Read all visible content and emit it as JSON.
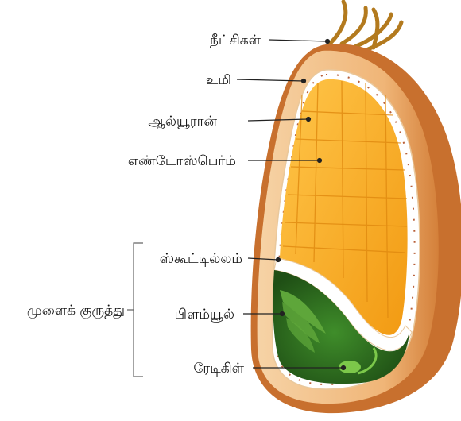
{
  "labels": {
    "hairs": "நீட்சிகள்",
    "husk": "உமி",
    "aleurone": "ஆல்யூரான்",
    "endosperm": "எண்டோஸ்பெர்ம்",
    "scutellum": "ஸ்கூட்டில்லம்",
    "plumule": "பிளம்யூல்",
    "radicle": "ரேடிகிள்",
    "embryo": "முளைக் குருத்து"
  },
  "colors": {
    "husk_outer": "#c8702e",
    "husk_inner": "#f4c89a",
    "aleurone": "#ffffff",
    "endosperm": "#f7a51c",
    "embryo": "#2d6a1f",
    "embryo_light": "#5ea63a",
    "hair": "#b37a1e",
    "leader": "#222222"
  }
}
